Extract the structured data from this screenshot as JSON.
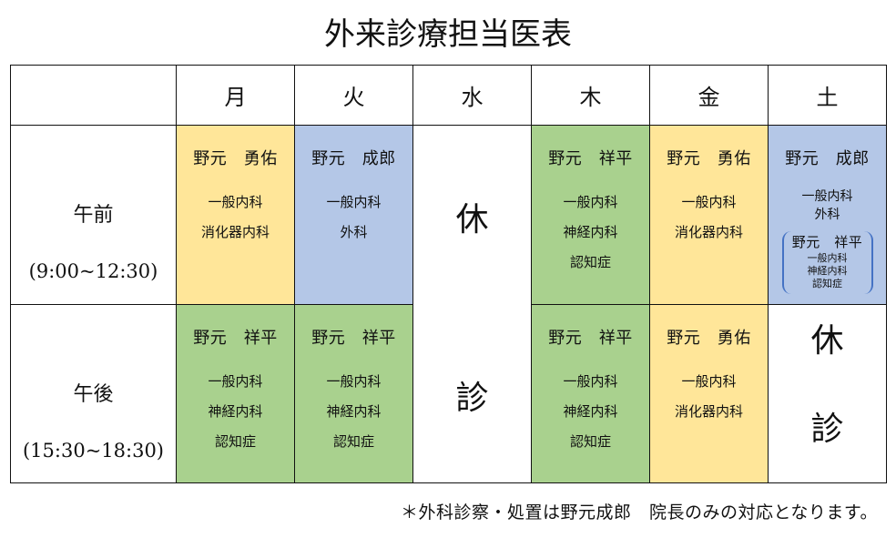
{
  "title": "外来診療担当医表",
  "colors": {
    "yellow": "#ffe699",
    "blue": "#b4c7e7",
    "green": "#a9d18e",
    "bracket": "#4472c4"
  },
  "header": {
    "corner": "",
    "days": [
      "月",
      "火",
      "水",
      "木",
      "金",
      "土"
    ]
  },
  "rows": {
    "am": {
      "label": "午前",
      "time": "(9:00~12:30)",
      "cells": {
        "mon": {
          "doctor": "野元　勇佑",
          "departments": [
            "一般内科",
            "消化器内科"
          ],
          "color": "yellow"
        },
        "tue": {
          "doctor": "野元　成郎",
          "departments": [
            "一般内科",
            "外科"
          ],
          "color": "blue"
        },
        "wed": {
          "closed": "休"
        },
        "thu": {
          "doctor": "野元　祥平",
          "departments": [
            "一般内科",
            "神経内科",
            "認知症"
          ],
          "color": "green"
        },
        "fri": {
          "doctor": "野元　勇佑",
          "departments": [
            "一般内科",
            "消化器内科"
          ],
          "color": "yellow"
        },
        "sat": {
          "doctor": "野元　成郎",
          "departments": [
            "一般内科",
            "外科"
          ],
          "color": "blue",
          "alternate": {
            "doctor": "野元　祥平",
            "departments": [
              "一般内科",
              "神経内科",
              "認知症"
            ]
          }
        }
      }
    },
    "pm": {
      "label": "午後",
      "time": "(15:30~18:30)",
      "cells": {
        "mon": {
          "doctor": "野元　祥平",
          "departments": [
            "一般内科",
            "神経内科",
            "認知症"
          ],
          "color": "green"
        },
        "tue": {
          "doctor": "野元　祥平",
          "departments": [
            "一般内科",
            "神経内科",
            "認知症"
          ],
          "color": "green"
        },
        "wed": {
          "closed": "診"
        },
        "thu": {
          "doctor": "野元　祥平",
          "departments": [
            "一般内科",
            "神経内科",
            "認知症"
          ],
          "color": "green"
        },
        "fri": {
          "doctor": "野元　勇佑",
          "departments": [
            "一般内科",
            "消化器内科"
          ],
          "color": "yellow"
        },
        "sat": {
          "closed": [
            "休",
            "診"
          ]
        }
      }
    }
  },
  "note": "＊外科診察・処置は野元成郎　院長のみの対応となります。"
}
